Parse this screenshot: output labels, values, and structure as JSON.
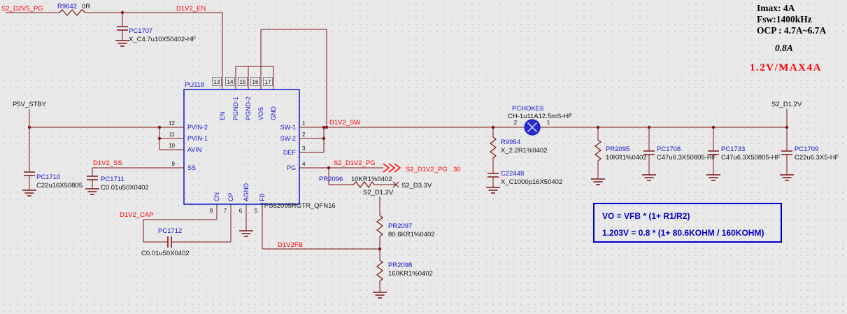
{
  "colors": {
    "wire": "#801515",
    "component_blue": "#1616cc",
    "net_label_red": "#ff0000",
    "text_black": "#111111",
    "formula_blue": "#0000cc",
    "background": "#e9e9e9"
  },
  "annotations": {
    "imax": "Imax: 4A",
    "fsw": "Fsw:1400kHz",
    "ocp": "OCP : 4.7A~6.7A",
    "inductor_current": "0.8A",
    "rail_title": "1.2V/MAX4A"
  },
  "formula": {
    "line1": "VO = VFB * (1+ R1/R2)",
    "line2": "1.203V = 0.8 * (1+ 80.6KOHM / 160KOHM)"
  },
  "nets": {
    "s2_d2v5_pg": "S2_D2V5_PG",
    "d1v2_en": "D1V2_EN",
    "p5v_stby": "P5V_STBY",
    "d1v2_ss": "D1V2_SS",
    "d1v2_cap": "D1V2_CAP",
    "d1v2fb": "D1V2FB",
    "d1v2_sw": "D1V2_SW",
    "s2_d1v2_pg": "S2_D1V2_PG",
    "offpage_net": "S2_D1V2_PG",
    "offpage_page": "30",
    "s2_d3v3": "S2_D3.3V",
    "s2_d1v2_fb_tap": "S2_D1.2V",
    "s2_d1v2_out": "S2_D1.2V"
  },
  "ic": {
    "ref": "PU118",
    "part": "TPS62095RGTR_QFN16",
    "left_pins": [
      {
        "num": "12",
        "name": "PVIN-2"
      },
      {
        "num": "11",
        "name": "PVIN-1"
      },
      {
        "num": "10",
        "name": "AVIN"
      },
      {
        "num": "9",
        "name": "SS"
      }
    ],
    "top_pins": [
      {
        "num": "13",
        "name": "EN"
      },
      {
        "num": "14",
        "name": "PGND-1"
      },
      {
        "num": "15",
        "name": "PGND-2"
      },
      {
        "num": "16",
        "name": "VOS"
      },
      {
        "num": "17",
        "name": "GND"
      }
    ],
    "right_pins": [
      {
        "num": "1",
        "name": "SW-1"
      },
      {
        "num": "2",
        "name": "SW-2"
      },
      {
        "num": "3",
        "name": "DEF"
      },
      {
        "num": "4",
        "name": "PG"
      }
    ],
    "bottom_pins": [
      {
        "num": "8",
        "name": "CN"
      },
      {
        "num": "7",
        "name": "CP"
      },
      {
        "num": "6",
        "name": "AGND"
      },
      {
        "num": "5",
        "name": "FB"
      }
    ]
  },
  "components": {
    "r9642": {
      "ref": "R9642",
      "value": "0R"
    },
    "pc1707": {
      "ref": "PC1707",
      "value": "X_C4.7u10X50402-HF"
    },
    "pc1710": {
      "ref": "PC1710",
      "value": "C22u16X50805"
    },
    "pc1711": {
      "ref": "PC1711",
      "value": "C0.01u50X0402"
    },
    "pc1712": {
      "ref": "PC1712",
      "value": "C0.01u50X0402"
    },
    "pr2096": {
      "ref": "PR2096",
      "value": "10KR1%0402"
    },
    "pr2097": {
      "ref": "PR2097",
      "value": "80.6KR1%0402"
    },
    "pr2098": {
      "ref": "PR2098",
      "value": "160KR1%0402"
    },
    "r9954": {
      "ref": "R9954",
      "value": "X_2.2R1%0402"
    },
    "c22448": {
      "ref": "C22448",
      "value": "X_C1000p16X50402"
    },
    "pchoke6": {
      "ref": "PCHOKE6",
      "value": "CH-1u11A12.5mS-HF",
      "pin_left": "2",
      "pin_right": "1"
    },
    "pr2095": {
      "ref": "PR2095",
      "value": "10KR1%0402"
    },
    "pc1708": {
      "ref": "PC1708",
      "value": "C47u6.3X50805-HF"
    },
    "pc1733": {
      "ref": "PC1733",
      "value": "C47u6.3X50805-HF"
    },
    "pc1709": {
      "ref": "PC1709",
      "value": "C22u6.3X5-HF"
    }
  }
}
